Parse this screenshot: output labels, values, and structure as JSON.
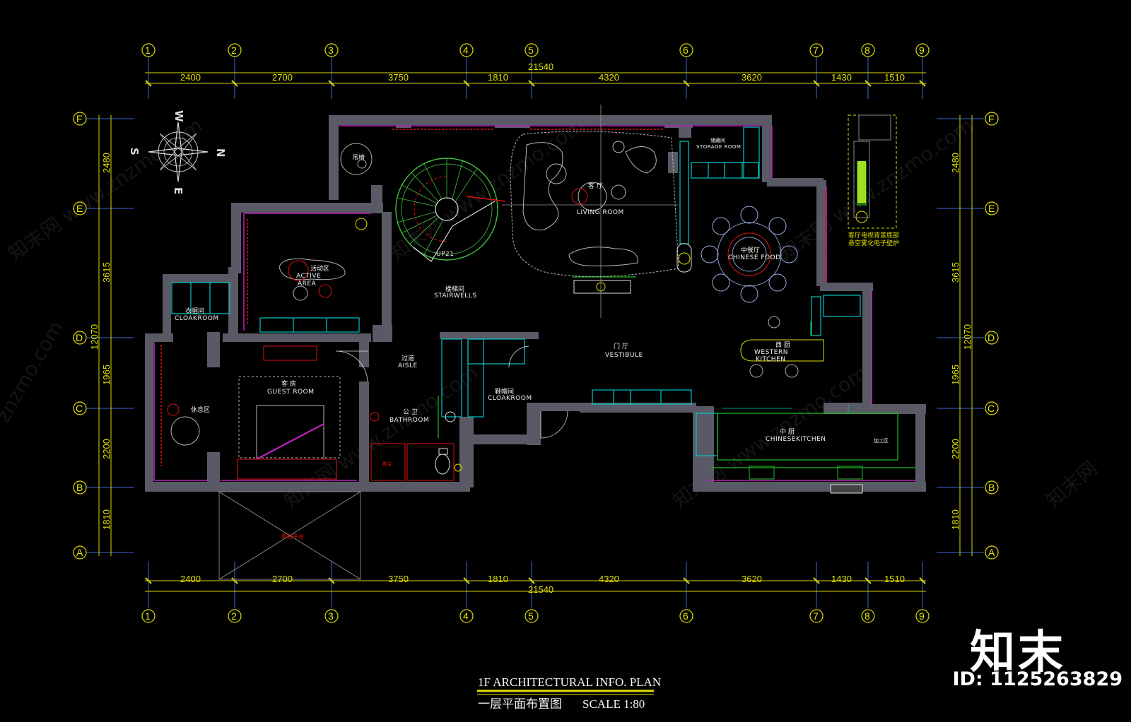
{
  "plan": {
    "title_en": "1F ARCHITECTURAL INFO.  PLAN",
    "title_cn": "一层平面布置图",
    "scale": "SCALE  1:80"
  },
  "grid": {
    "columns": [
      "1",
      "2",
      "3",
      "4",
      "5",
      "6",
      "7",
      "8",
      "9"
    ],
    "rows": [
      "F",
      "E",
      "D",
      "C",
      "B",
      "A"
    ],
    "top_dims": [
      "2400",
      "2700",
      "3750",
      "1810",
      "4320",
      "3620",
      "1430",
      "1510"
    ],
    "total_width": "21540",
    "side_dims": [
      "2480",
      "3615",
      "1965",
      "2200",
      "1810"
    ],
    "total_depth": "12070"
  },
  "compass": {
    "n": "N",
    "s": "S",
    "e": "E",
    "w": "W"
  },
  "rooms": {
    "hanging_chair": "吊椅",
    "storage_cn": "储藏间",
    "storage_en": "STORAGE ROOM",
    "living_cn": "客 厅",
    "living_en": "LIVING ROOM",
    "up": "UP21",
    "activity_cn": "活动区",
    "activity_en1": "ACTIVE",
    "activity_en2": "AREA",
    "stair_cn": "楼梯间",
    "stair_en": "STAIRWELLS",
    "cloak1_cn": "衣帽间",
    "cloak1_en": "CLOAKROOM",
    "chinese_food_cn": "中餐厅",
    "chinese_food_en": "CHINESE FOOD",
    "vestibule_cn": "门 厅",
    "vestibule_en": "VESTIBULE",
    "western_cn": "西 厨",
    "western_en1": "WESTERN",
    "western_en2": "KITCHEN",
    "aisle_cn": "过道",
    "aisle_en": "AISLE",
    "guest_cn": "客 房",
    "guest_en": "GUEST ROOM",
    "rest_cn": "休息区",
    "bath_cn": "公 卫",
    "bath_en": "BATHROOM",
    "shoe_cn": "鞋帽间",
    "shoe_en": "CLOAKROOM",
    "kitchen_cn": "中 厨",
    "kitchen_en": "CHINESEKITCHEN",
    "prep_cn": "加工区",
    "tv_note1": "客厅电视背景底部",
    "tv_note2": "悬空雾化电子壁炉",
    "terrace_cn": "露台平台",
    "shower_cn": "淋浴"
  },
  "watermarks": [
    "知末网 www.znzmo.com",
    "znzmo.com",
    "知末网"
  ],
  "logo": {
    "text": "知末",
    "id": "ID: 1125263829"
  },
  "colors": {
    "wall": "#5a5a66",
    "yellow": "#f2f200",
    "magenta": "#d020d0",
    "red": "#e01010",
    "cyan": "#00d0d0",
    "green": "#20c020",
    "grid_line": "#3a6ad8"
  }
}
